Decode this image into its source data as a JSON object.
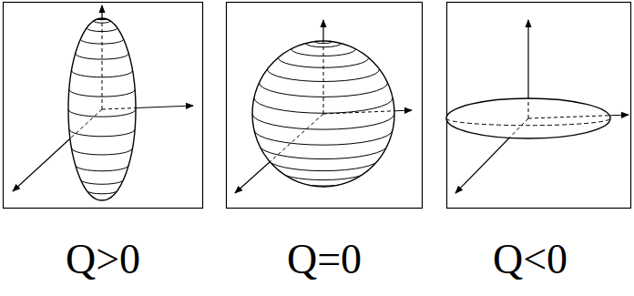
{
  "diagram": {
    "labels": [
      "Q>0",
      "Q=0",
      "Q<0"
    ]
  }
}
